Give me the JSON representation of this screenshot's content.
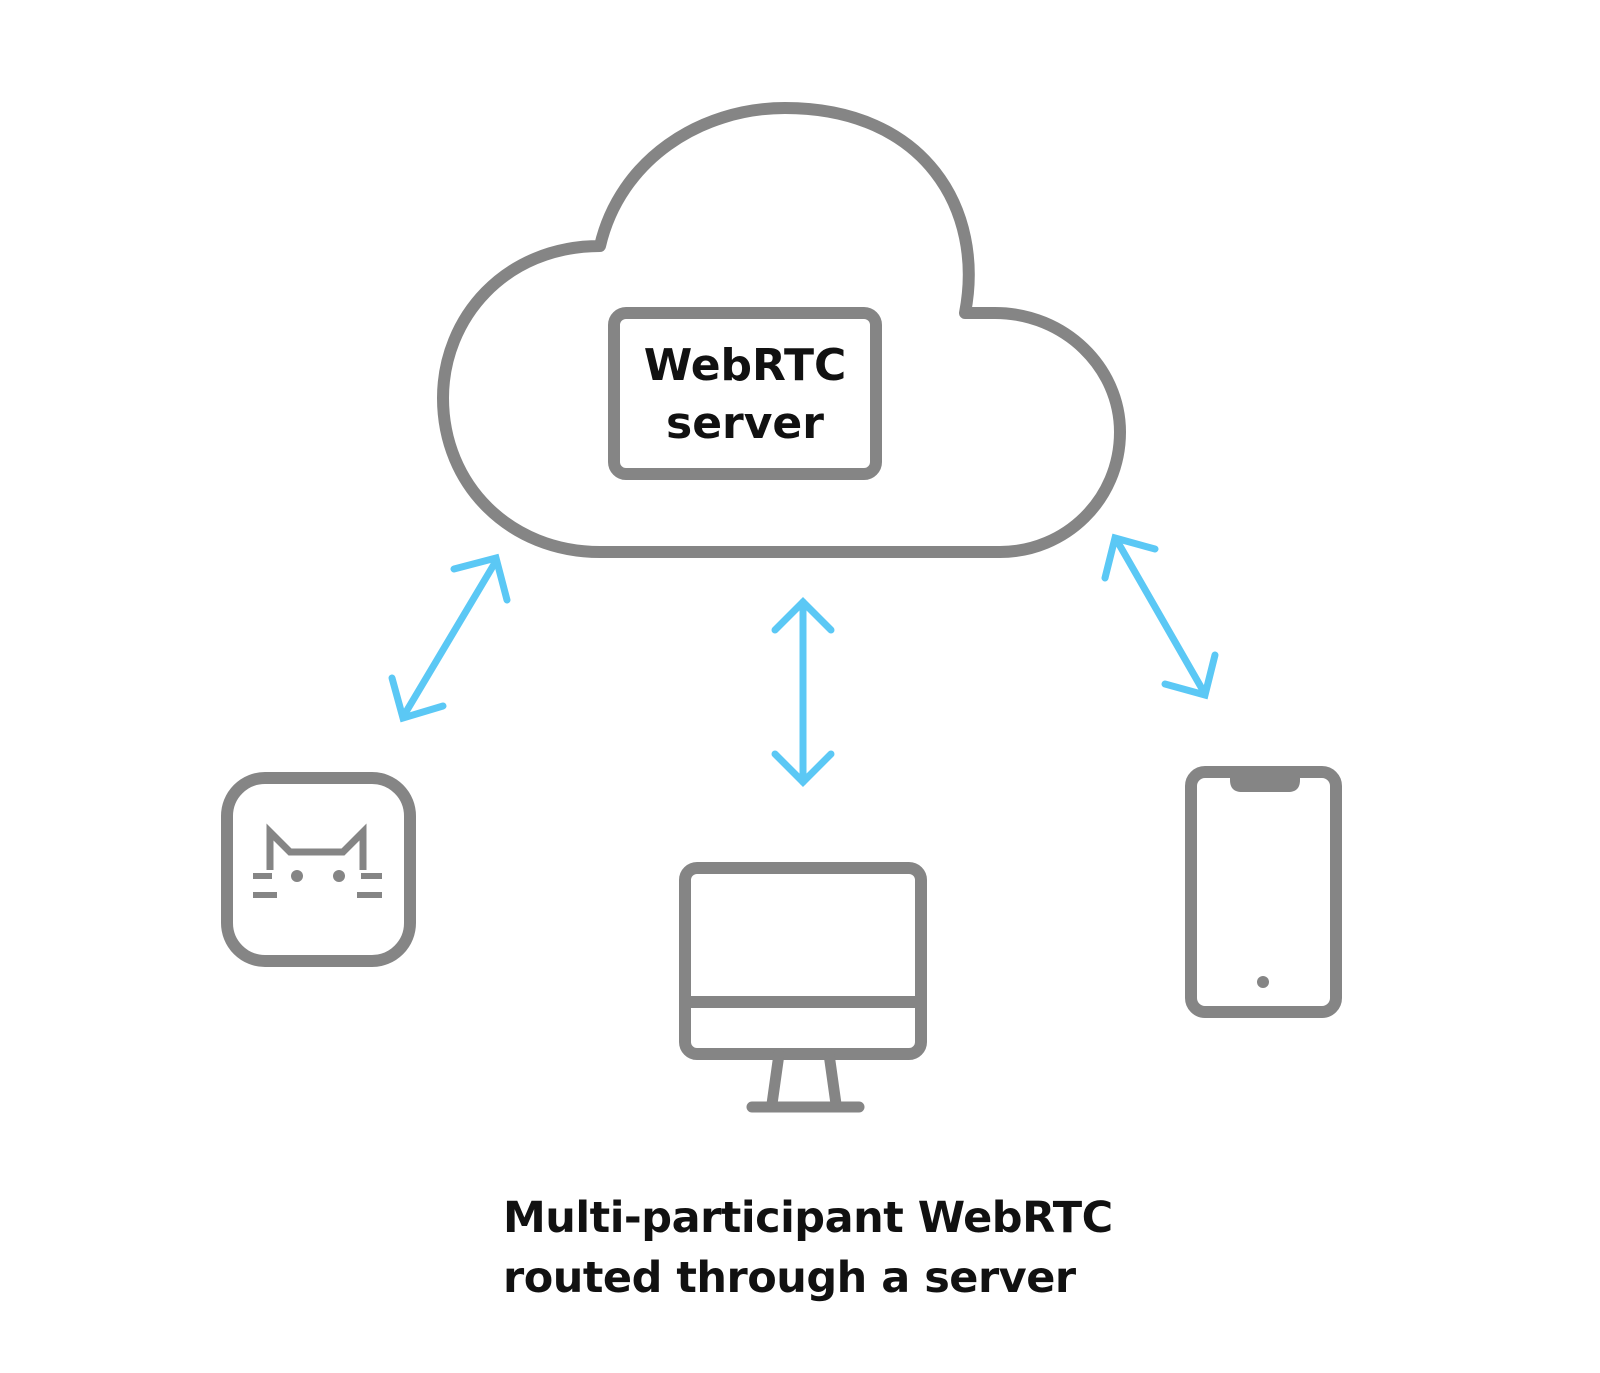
{
  "server_box": {
    "line1": "WebRTC",
    "line2": "server"
  },
  "caption": {
    "line1": "Multi-participant WebRTC",
    "line2": "routed through a server"
  },
  "colors": {
    "outline": "#858585",
    "arrow": "#5bc8f5",
    "text": "#111111",
    "background": "#ffffff"
  },
  "icons": {
    "cloud": "cloud-icon",
    "app_client": "cat-app-icon",
    "desktop_client": "desktop-monitor-icon",
    "mobile_client": "smartphone-icon",
    "connection": "bidirectional-arrow-icon"
  }
}
